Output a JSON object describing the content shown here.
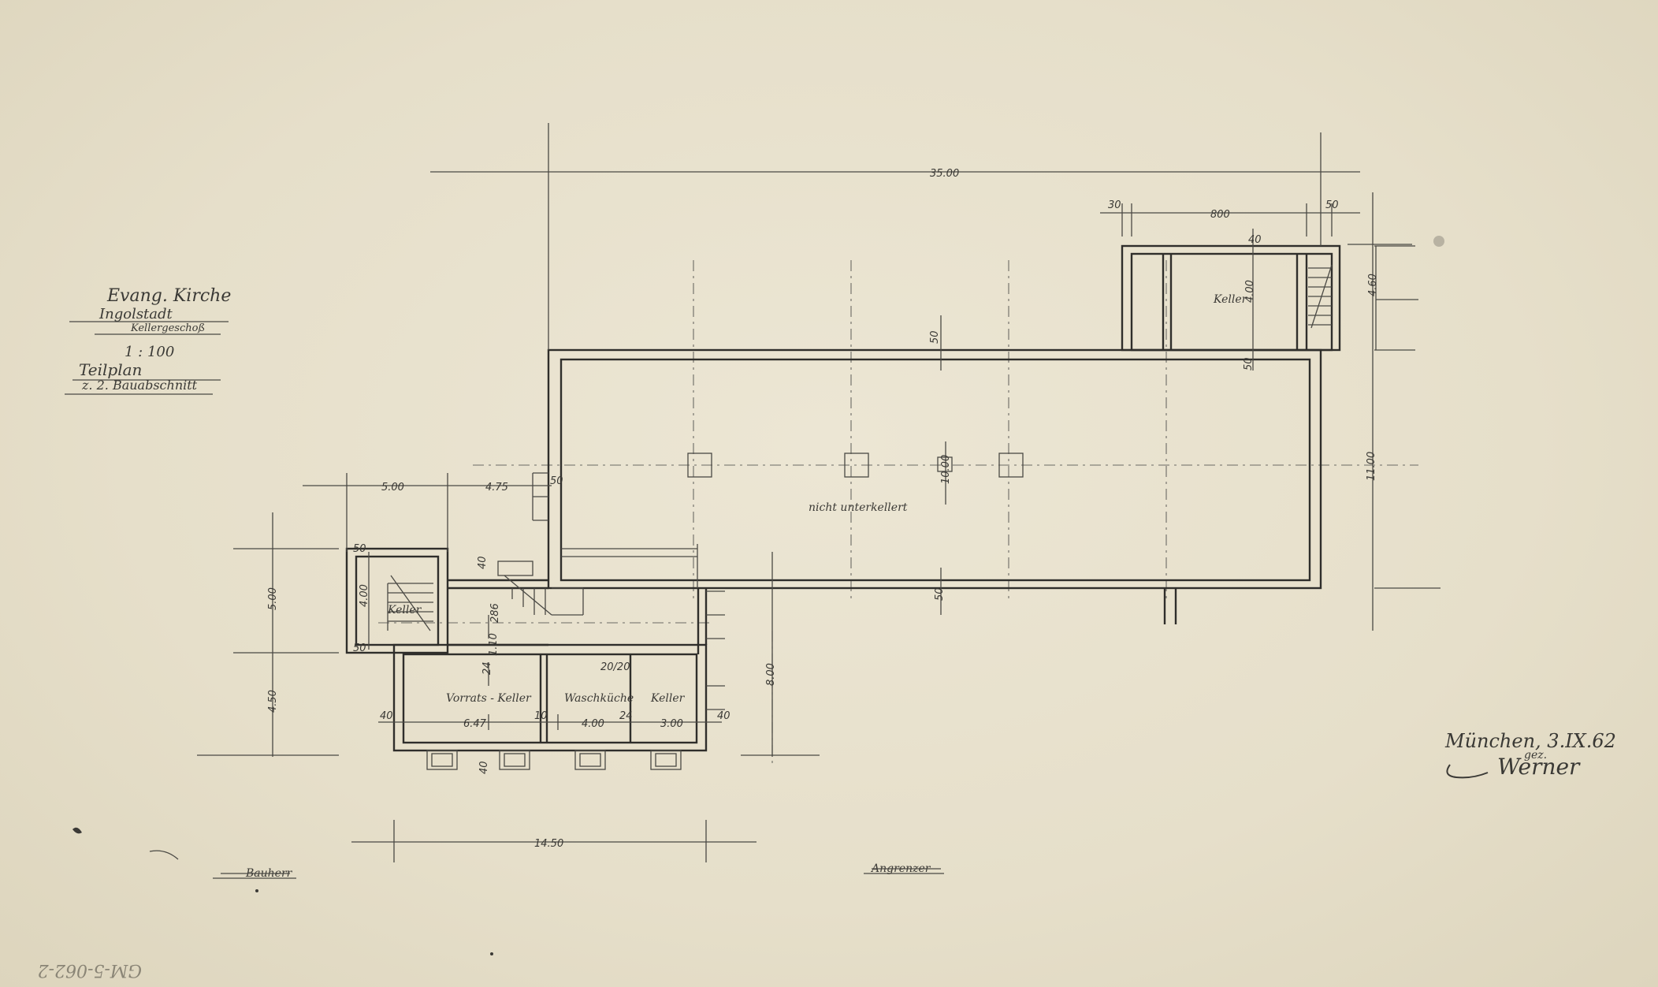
{
  "title_block": {
    "line1": "Evang. Kirche",
    "line2": "Ingolstadt",
    "line3": "Kellergeschoß",
    "scale": "1 : 100",
    "line5": "Teilplan",
    "line6": "z. 2. Bauabschnitt"
  },
  "dimensions": {
    "overall_length": "35.00",
    "d_30": "30",
    "d_800": "800",
    "d_50_top": "50",
    "d_40_top": "40",
    "d_400_right": "4.00",
    "d_460": "4.60",
    "d_50_a": "50",
    "d_50_b": "50",
    "d_50_c": "50",
    "d_1000": "10.00",
    "d_1100": "11.00",
    "d_500_left": "5.00",
    "d_475": "4.75",
    "d_50_left": "50",
    "d_500_vert": "5.00",
    "d_450": "4.50",
    "d_400_keller": "4.00",
    "d_50_k1": "50",
    "d_50_k2": "50",
    "d_40_s": "40",
    "d_286": "286",
    "d_24": "24",
    "d_110": "1.10",
    "d_2020": "20/20",
    "d_800_vert": "8.00",
    "d_40_w": "40",
    "d_647": "6.47",
    "d_10": "10",
    "d_400_wk": "4.00",
    "d_24b": "24",
    "d_300": "3.00",
    "d_40_e": "40",
    "d_40_bot": "40",
    "d_1450": "14.50"
  },
  "rooms": {
    "keller_top": "Keller",
    "keller_left": "Keller",
    "vorrat": "Vorrats - Keller",
    "waschkueche": "Waschküche",
    "keller_small": "Keller",
    "main_hall": "nicht unterkellert"
  },
  "signature": {
    "place_date": "München, 3.IX.62",
    "gez": "gez.",
    "name": "Werner"
  },
  "bottom_labels": {
    "bauherr": "Bauherr",
    "angrenzer": "Angrenzer"
  },
  "stamp": "GM-5-062-2"
}
